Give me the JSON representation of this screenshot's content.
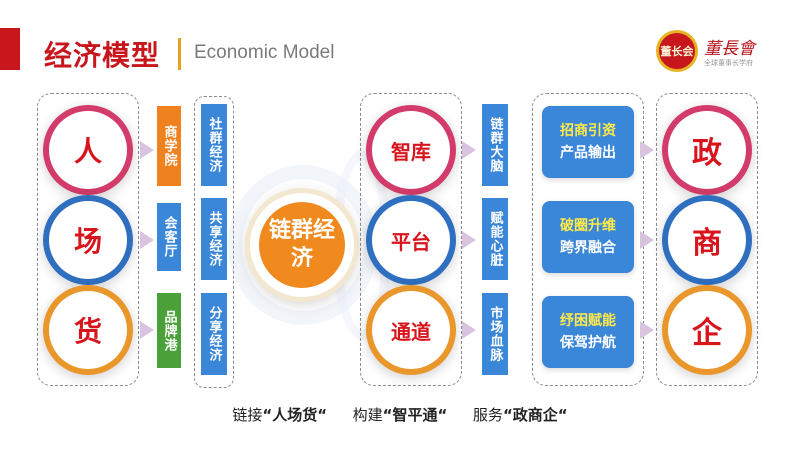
{
  "header": {
    "title_cn": "经济模型",
    "title_en": "Economic Model",
    "logo_seal": "董长会"
  },
  "logo": {
    "script_text": "董長會",
    "subtitle": "全球董事长学府"
  },
  "left_circles": [
    "人",
    "场",
    "货"
  ],
  "left_tags": [
    "商学院",
    "会客厅",
    "品牌港"
  ],
  "left_econ": [
    "社群经济",
    "共享经济",
    "分享经济"
  ],
  "center": "链群经济",
  "mid_circles": [
    "智库",
    "平台",
    "通道"
  ],
  "mid_tags": [
    "链群大脑",
    "赋能心脏",
    "市场血脉"
  ],
  "service_boxes": [
    {
      "line1": "招商引资",
      "line2": "产品输出"
    },
    {
      "line1": "破圈升维",
      "line2": "跨界融合"
    },
    {
      "line1": "纾困赋能",
      "line2": "保驾护航"
    }
  ],
  "right_circles": [
    "政",
    "商",
    "企"
  ],
  "footer": {
    "p1_label": "链接",
    "p1_value": "“人场货“",
    "p2_label": "构建",
    "p2_value": "“智平通“",
    "p3_label": "服务",
    "p3_value": "“政商企“"
  },
  "colors": {
    "brand_red": "#c8161d",
    "accent_orange": "#f0811f",
    "box_blue": "#3a86d8",
    "box_green": "#4aa13a",
    "gold": "#e6a21e"
  }
}
